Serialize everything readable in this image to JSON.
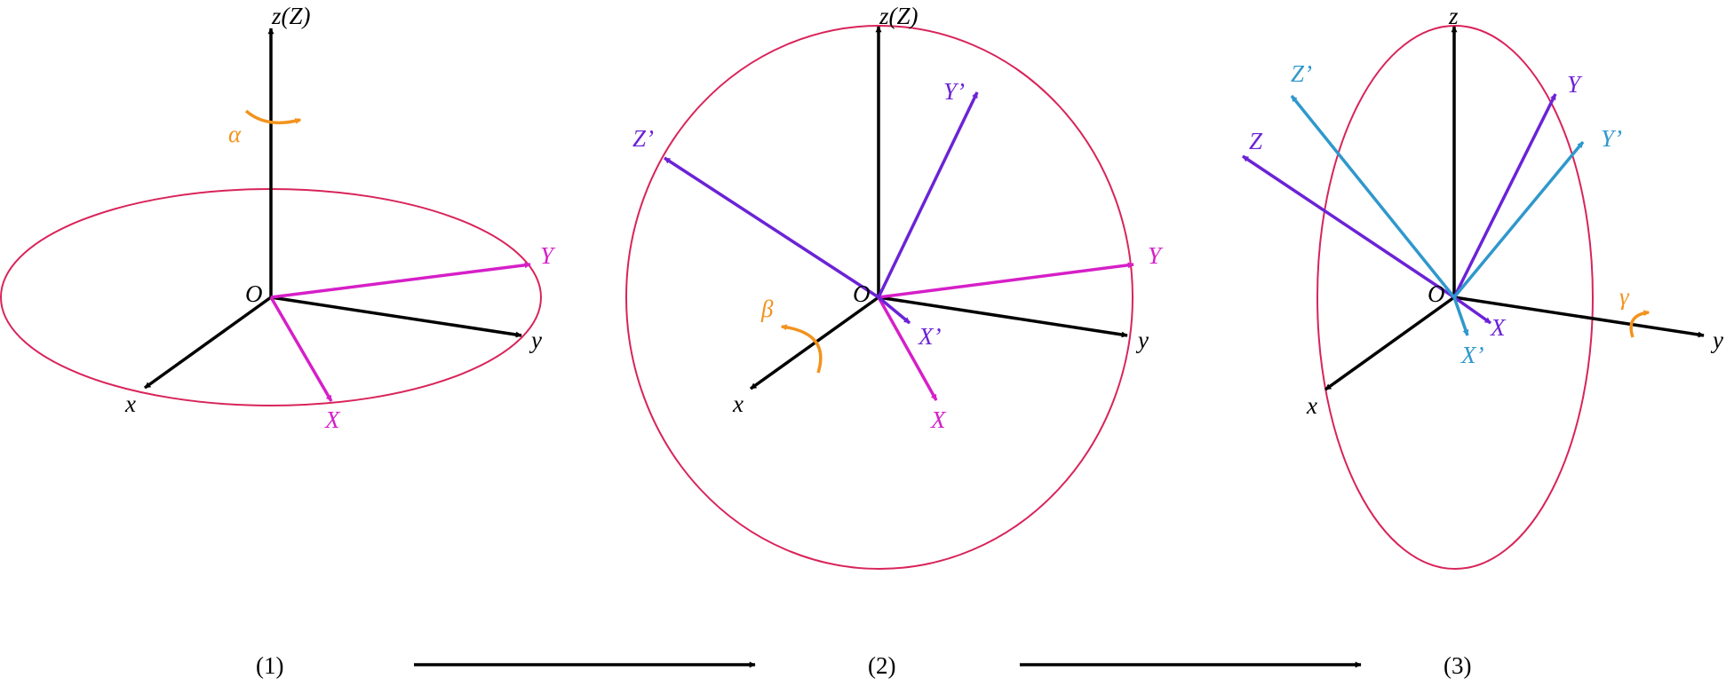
{
  "colors": {
    "black": "#000000",
    "magenta": "#d61fc8",
    "purple": "#6b23d6",
    "cyan": "#2f98cc",
    "orange": "#f2931e",
    "circle": "#d8245a"
  },
  "panel1": {
    "axis_z": "z(Z)",
    "axis_x": "x",
    "axis_y": "y",
    "origin": "O",
    "rot_X": "X",
    "rot_Y": "Y",
    "angle": "α",
    "caption": "(1)"
  },
  "panel2": {
    "axis_z": "z(Z)",
    "axis_x": "x",
    "axis_y": "y",
    "origin": "O",
    "mag_X": "X",
    "mag_Y": "Y",
    "prime_X": "X’",
    "prime_Y": "Y’",
    "prime_Z": "Z’",
    "angle": "β",
    "caption": "(2)"
  },
  "panel3": {
    "axis_z": "z",
    "axis_x": "x",
    "axis_y": "y",
    "origin": "O",
    "purple_X": "X",
    "purple_Y": "Y",
    "purple_Z": "Z",
    "prime_X": "X’",
    "prime_Y": "Y’",
    "prime_Z": "Z’",
    "angle": "γ",
    "caption": "(3)"
  }
}
